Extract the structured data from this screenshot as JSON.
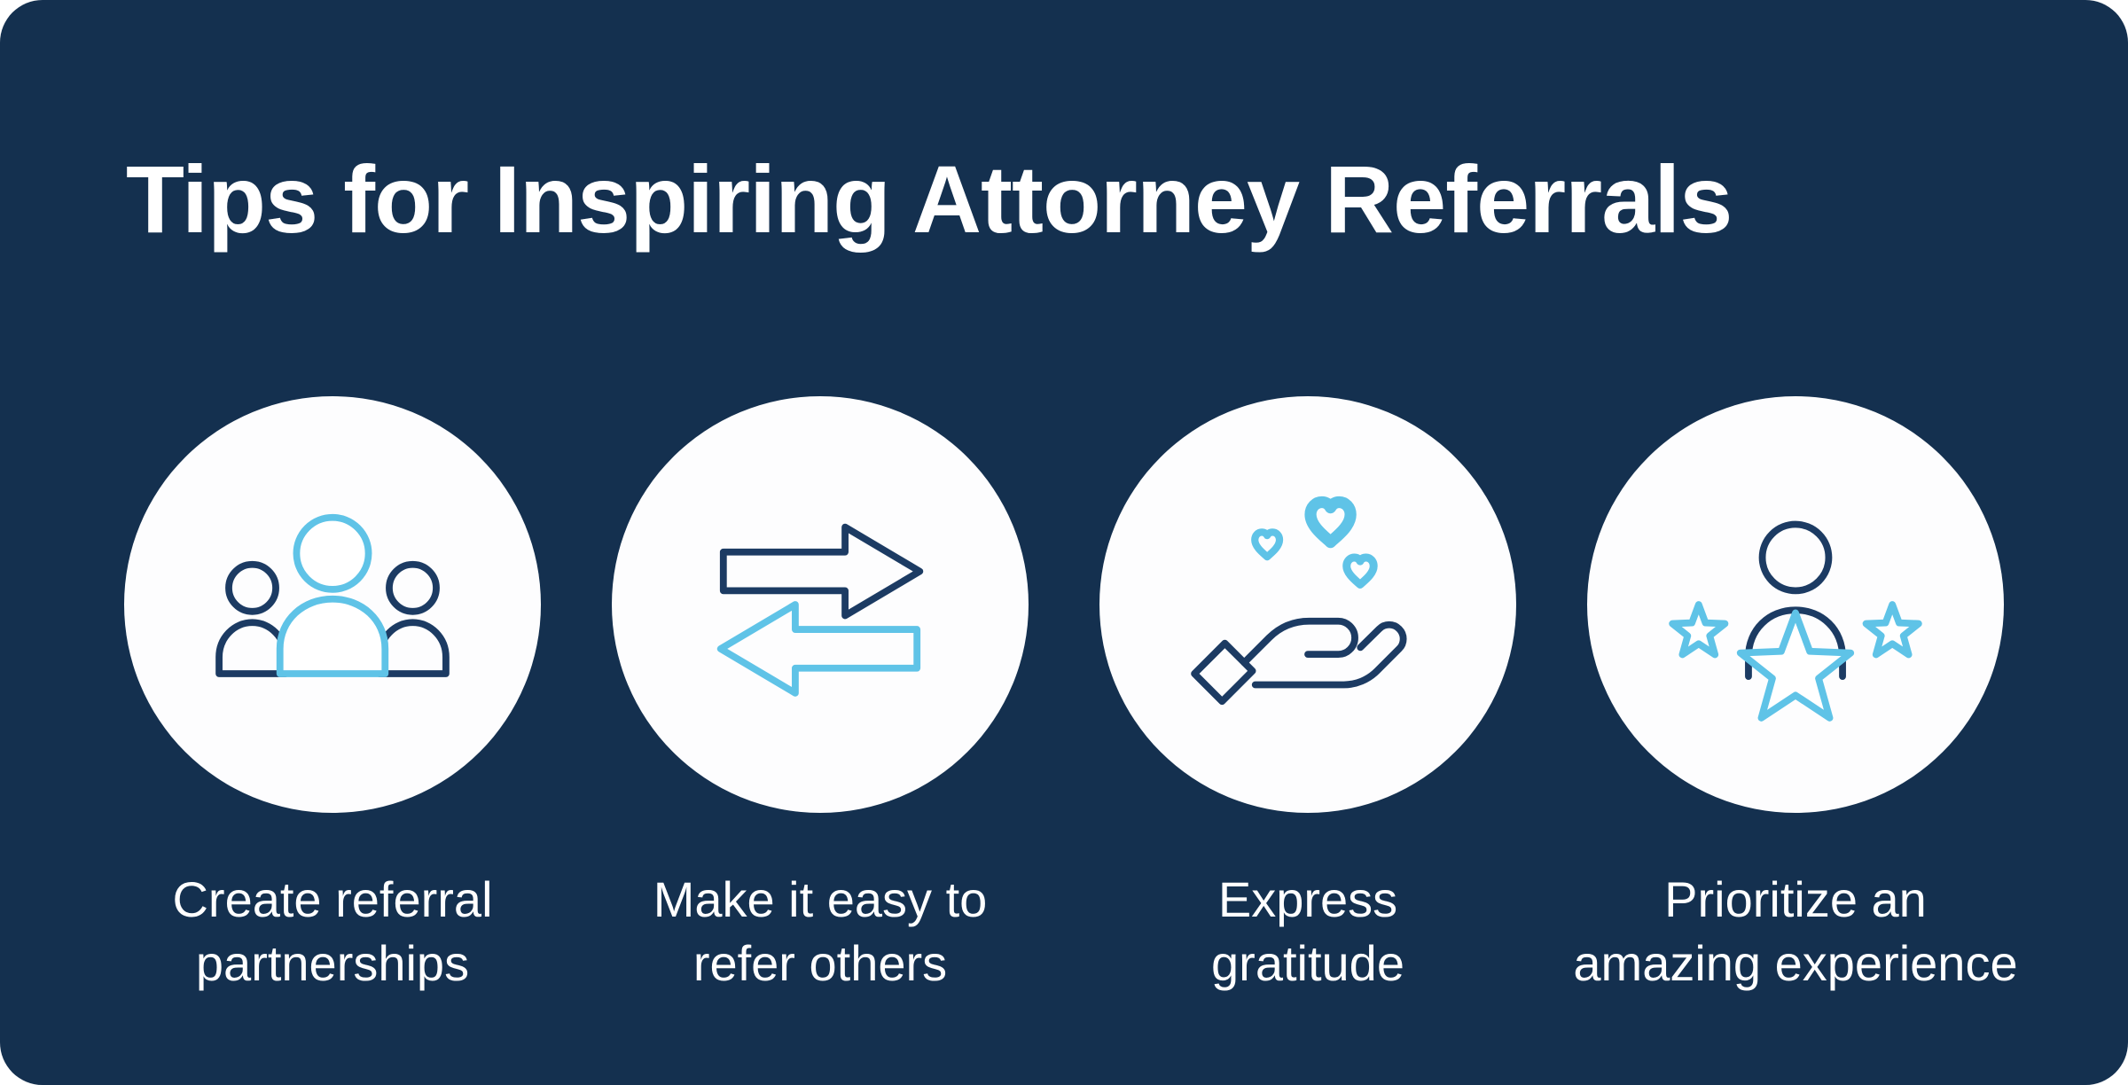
{
  "theme": {
    "background": "#14304f",
    "icon_dark": "#1c3b63",
    "icon_light_blue": "#5fc3e7",
    "circle_fill": "#fdfdfe",
    "text_color": "#ffffff"
  },
  "title": "Tips for Inspiring Attorney Referrals",
  "items": [
    {
      "icon": "people-group-icon",
      "label": "Create referral\npartnerships"
    },
    {
      "icon": "exchange-arrows-icon",
      "label": "Make it easy to\nrefer others"
    },
    {
      "icon": "hand-with-hearts-icon",
      "label": "Express\ngratitude"
    },
    {
      "icon": "person-with-stars-icon",
      "label": "Prioritize an\namazing experience"
    }
  ]
}
